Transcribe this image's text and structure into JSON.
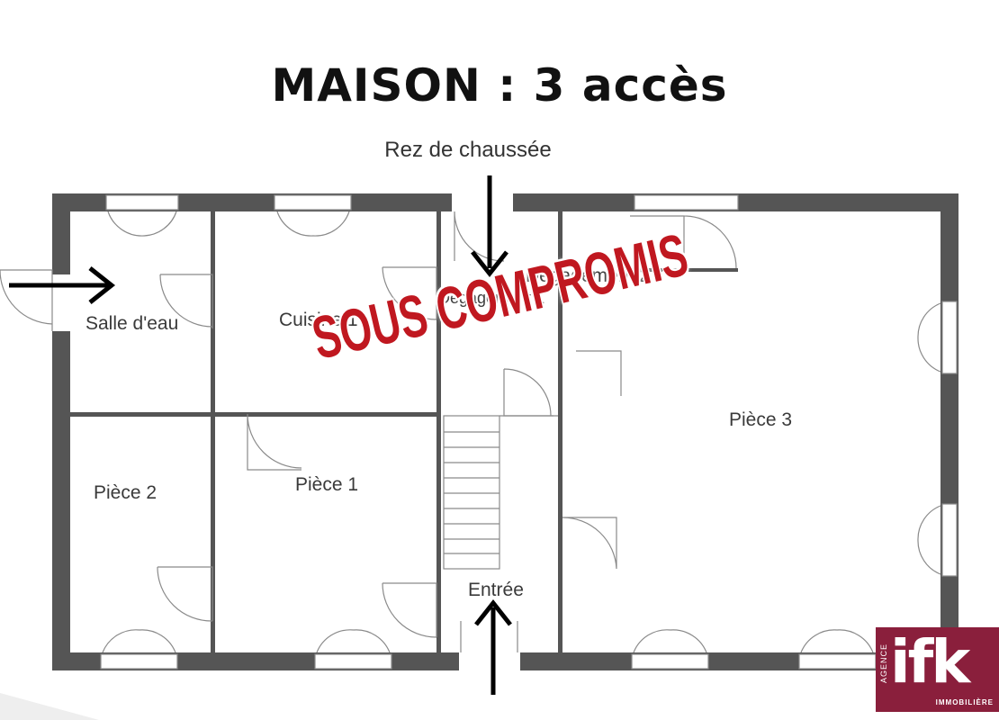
{
  "title": "MAISON : 3 accès",
  "floor_label": "Rez de chaussée",
  "rooms": {
    "salle_eau": "Salle d'eau",
    "cuisine": "Cuisine 1",
    "degagement1": "Dégagement 1",
    "degagement2": "Dégagement 2",
    "piece3": "Pièce 3",
    "piece2": "Pièce 2",
    "piece1": "Pièce 1",
    "entree": "Entrée"
  },
  "stamp": "SOUS COMPROMIS",
  "logo": {
    "mark": "ifk",
    "side": "AGENCE",
    "sub": "IMMOBILIÈRE"
  },
  "colors": {
    "walls": "#555555",
    "stamp": "#c01820",
    "logo_bg": "#8a1f3c",
    "arrows": "#000000"
  }
}
